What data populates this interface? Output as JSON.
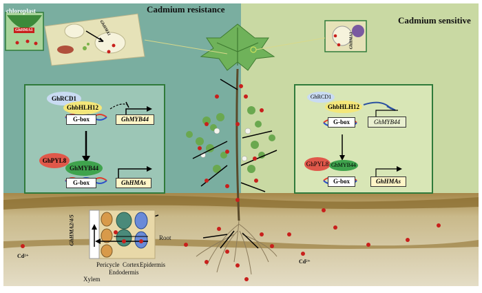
{
  "headers": {
    "left": "Cadmium resistance",
    "right": "Cadmium sensitive"
  },
  "inset_left": {
    "organelle": "chloroplast",
    "transporter": "GhHMA1",
    "gene": "GhHMA1"
  },
  "inset_right": {
    "gene": "GhHMA3"
  },
  "left_panel": {
    "rcd1": "GhRCD1",
    "bhlh": "GhbHLH12",
    "gbox_top": "G-box",
    "target_top": "GhMYB44",
    "pyl8": "GhPYL8",
    "myb": "GhMYB44",
    "gbox_bottom": "G-box",
    "target_bottom": "GhHMAs"
  },
  "right_panel": {
    "rcd1": "GhRCD1",
    "bhlh": "GhbHLH12",
    "gbox_top": "G-box",
    "target_top": "GhMYB44",
    "pyl8": "GhPYL8",
    "myb": "GhMYB44",
    "gbox_bottom": "G-box",
    "target_bottom": "GhHMAs"
  },
  "root_section": {
    "gene_vertical": "GhHMA2/4/5",
    "root": "Root",
    "xylem": "Xylem",
    "pericycle": "Pericycle",
    "endodermis": "Endodermis",
    "cortex": "Cortex",
    "epidermis": "Epidermis"
  },
  "cd_left": "Cd²⁺",
  "cd_right": "Cd²⁺",
  "colors": {
    "left_bg": "#7aaea0",
    "right_bg": "#c9d9a3",
    "soil": "#d8cfb0",
    "soil_band": "#9a7e3e",
    "panel_border": "#2f7a3a",
    "cd_dot": "#c8201c",
    "rcd1": "#c9dbf2",
    "bhlh": "#f4e77a",
    "pyl8": "#e0584a",
    "myb": "#3fa34d"
  }
}
